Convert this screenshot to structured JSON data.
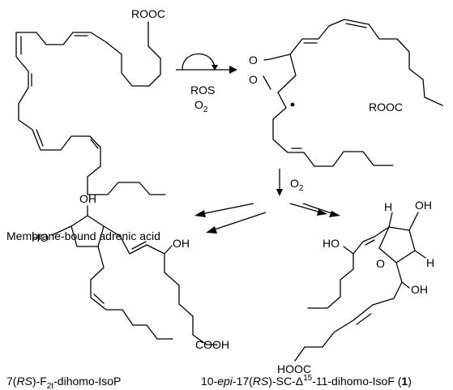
{
  "atoms": {
    "rooc": "ROOC",
    "oxygen": "O",
    "hydroxyl": "OH",
    "hydroxyl_left": "HO",
    "hydrogen": "H",
    "carboxyl": "COOH",
    "carboxyl_left": "HOOC"
  },
  "reagents": {
    "ros": "ROS",
    "o2_main": "O",
    "o2_sub": "2"
  },
  "labels": {
    "adrenic": "Membrane-bound  adrenic acid",
    "left_a": "7(",
    "left_b": "RS",
    "left_c": ")-F",
    "left_sub": "2t",
    "left_d": "-dihomo-IsoP",
    "right_a": "10-",
    "right_b": "epi",
    "right_c": "-17(",
    "right_d": "RS",
    "right_e": ")-SC-Δ",
    "right_sup": "15",
    "right_f": "-11-dihomo-IsoF (",
    "right_num": "1",
    "right_g": ")"
  }
}
